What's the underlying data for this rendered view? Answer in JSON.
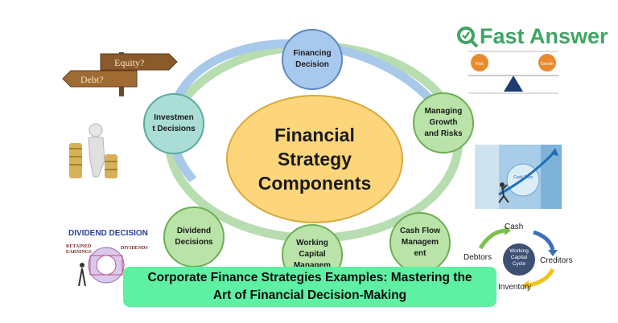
{
  "diagram": {
    "center_label": "Financial\nStrategy\nComponents",
    "nodes": [
      {
        "id": "financing",
        "label": "Financing\nDecision"
      },
      {
        "id": "growth",
        "label": "Managing\nGrowth\nand Risks"
      },
      {
        "id": "cashflow",
        "label": "Cash Flow\nManagem\nent"
      },
      {
        "id": "working",
        "label": "Working\nCapital\nManagem"
      },
      {
        "id": "dividend",
        "label": "Dividend\nDecisions"
      },
      {
        "id": "investment",
        "label": "Investmen\nt Decisions"
      }
    ]
  },
  "caption": {
    "line1": "Corporate Finance Strategies Examples: Mastering the",
    "line2": "Art of Financial Decision-Making"
  },
  "logo": {
    "text": "Fast Answer",
    "color": "#3fa564"
  },
  "signpost": {
    "sign1": "Equity?",
    "sign2": "Debt?"
  },
  "balance": {
    "left": "Risk",
    "right": "Growth"
  },
  "dividend_graphic": {
    "title": "DIVIDEND DECISION",
    "left": "RETAINED\nEARNINGS",
    "right": "DIVIDENDS"
  },
  "cycle": {
    "top": "Cash",
    "right": "Creditors",
    "bottom": "Inventory",
    "left": "Debtors",
    "center": "Working\nCapital\nCycle"
  },
  "push_graphic": {
    "label": "Cash Flow"
  }
}
